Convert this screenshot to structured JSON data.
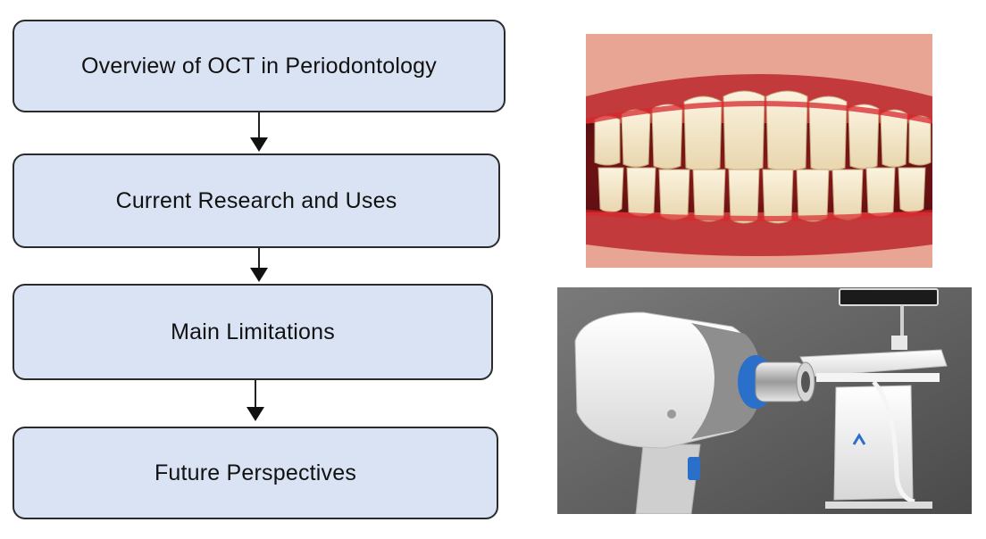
{
  "flowchart": {
    "steps": [
      {
        "label": "Overview of OCT in Periodontology"
      },
      {
        "label": "Current Research and Uses"
      },
      {
        "label": "Main Limitations"
      },
      {
        "label": "Future Perspectives"
      }
    ]
  },
  "images": {
    "teeth": {
      "icon": "gingival-inflammation-photo"
    },
    "device": {
      "icon": "oct-device-photo"
    }
  },
  "colors": {
    "box_fill": "#d9e3f3",
    "box_border": "#2b2b2b",
    "gum_red": "#c8343a",
    "device_blue": "#2a6fc9"
  }
}
